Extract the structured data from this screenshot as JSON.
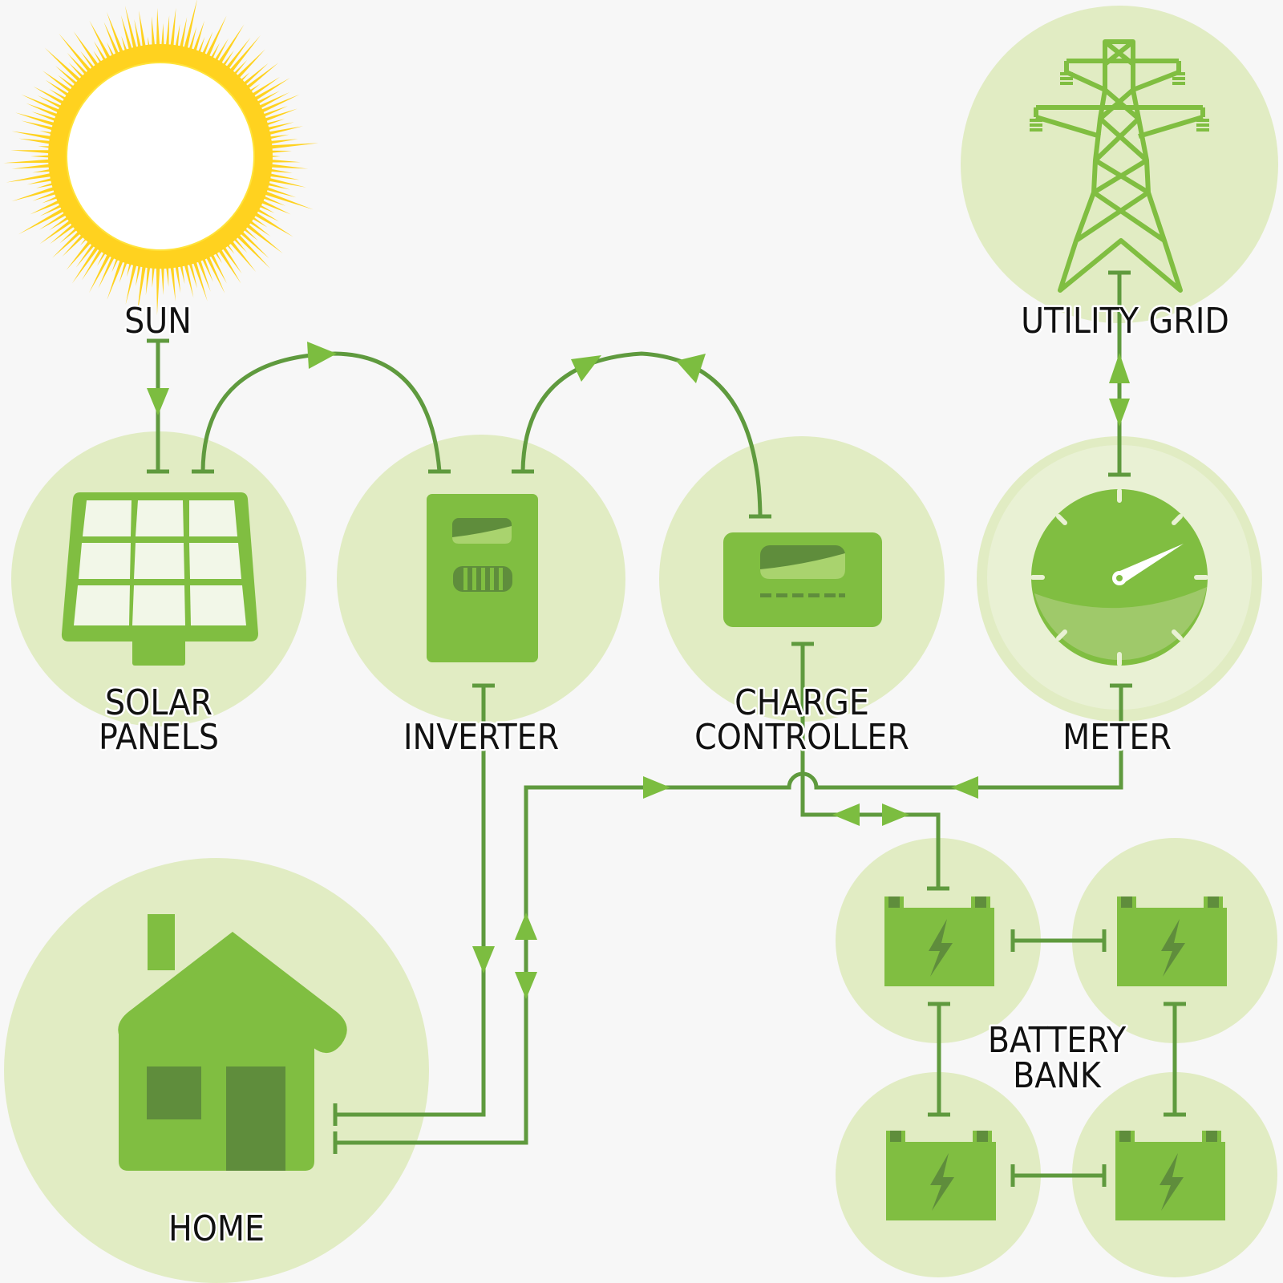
{
  "labels": {
    "sun": "SUN",
    "solar_line1": "SOLAR",
    "solar_line2": "PANELS",
    "inverter": "INVERTER",
    "charge_line1": "CHARGE",
    "charge_line2": "CONTROLLER",
    "meter": "METER",
    "utility_grid": "UTILITY GRID",
    "home": "HOME",
    "battery_line1": "BATTERY",
    "battery_line2": "BANK"
  },
  "colors": {
    "background": "#f7f7f7",
    "disc": "#e1ecc3",
    "icon_green": "#80be41",
    "icon_dark_green": "#5f8d3c",
    "wire": "#5f9a3e",
    "sun_rays": "#ffd21f",
    "sun_core": "#ffffff"
  },
  "icons": [
    "sun-icon",
    "solar-panel-icon",
    "inverter-icon",
    "charge-controller-icon",
    "meter-gauge-icon",
    "power-tower-icon",
    "house-icon",
    "battery-icon"
  ]
}
